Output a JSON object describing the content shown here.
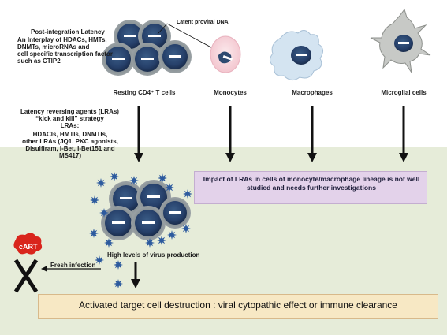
{
  "latency": {
    "title": "Post-integration Latency",
    "lines": [
      "An Interplay of HDACs, HMTs,",
      "DNMTs, microRNAs  and",
      "cell specific transcription factor",
      "such as CTIP2"
    ]
  },
  "latent_label": "Latent proviral DNA",
  "cells": {
    "tcells": "Resting CD4⁺ T cells",
    "monocytes": "Monocytes",
    "macrophages": "Macrophages",
    "microglia": "Microglial cells"
  },
  "lra": {
    "title_lines": [
      "Latency reversing agents (LRAs)",
      "“kick and kill” strategy",
      "LRAs:"
    ],
    "body_lines": [
      "HDACIs, HMTIs, DNMTIs,",
      "other  LRAs (JQ1, PKC agonists,",
      "Disulfiram, I-Bet, I-Bet151 and",
      "MS417)"
    ]
  },
  "impact_text": "Impact of LRAs in cells of monocyte/macrophage lineage is not well studied and needs further investigations",
  "virus_text": "High levels of virus production",
  "fresh_infection": "Fresh infection",
  "cart": "cART",
  "bottom_text": "Activated target cell destruction :  viral cytopathic  effect or immune clearance",
  "colors": {
    "panel": "#e6ecd9",
    "cell_dark": "#2e4a70",
    "virus": "#2c5a9e",
    "impact_box": "#e3d2ea",
    "bottom_box": "#f7e8c4",
    "cart_red": "#d9251c"
  }
}
